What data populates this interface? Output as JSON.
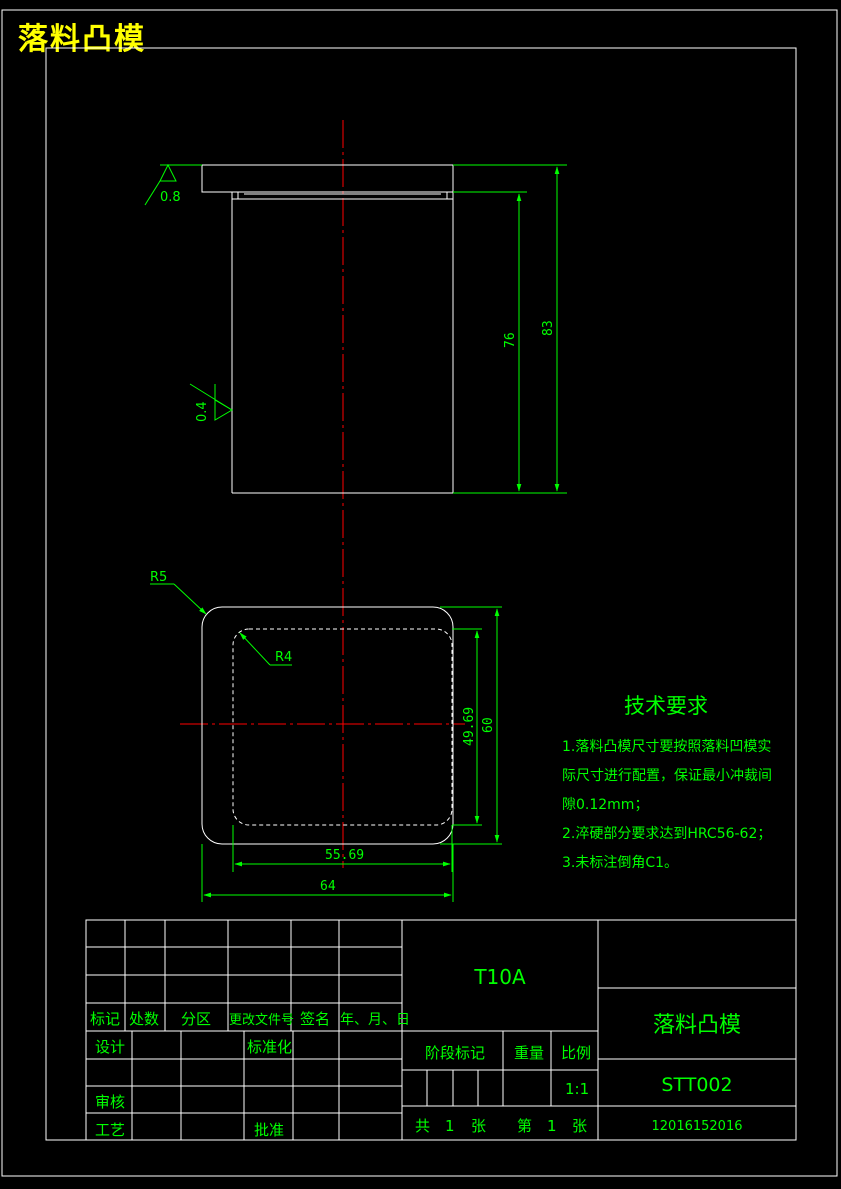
{
  "title": "落料凸模",
  "surface_finish": {
    "top": "0.8",
    "side": "0.4"
  },
  "dimensions": {
    "height_inner": "76",
    "height_total": "83",
    "radius_outer": "R5",
    "radius_inner": "R4",
    "inner_height": "49.69",
    "outer_height": "60",
    "inner_width": "55.69",
    "outer_width": "64"
  },
  "tech_req": {
    "heading": "技术要求",
    "lines": [
      "1.落料凸模尺寸要按照落料凹模实",
      "际尺寸进行配置，保证最小冲裁间",
      "隙0.12mm；",
      "2.淬硬部分要求达到HRC56-62；",
      "3.未标注倒角C1。"
    ]
  },
  "title_block": {
    "material": "T10A",
    "part_name": "落料凸模",
    "drawing_no": "STT002",
    "code": "12016152016",
    "header_labels": [
      "标记",
      "处数",
      "分区",
      "更改文件号",
      "签名",
      "年、月、日"
    ],
    "design": "设计",
    "standardize": "标准化",
    "review": "审核",
    "process": "工艺",
    "approve": "批准",
    "stage_mark": "阶段标记",
    "weight": "重量",
    "scale_label": "比例",
    "scale": "1:1",
    "total_prefix": "共",
    "total_count": "1",
    "sheet_unit": "张",
    "sheet_prefix": "第",
    "sheet_number": "1"
  }
}
